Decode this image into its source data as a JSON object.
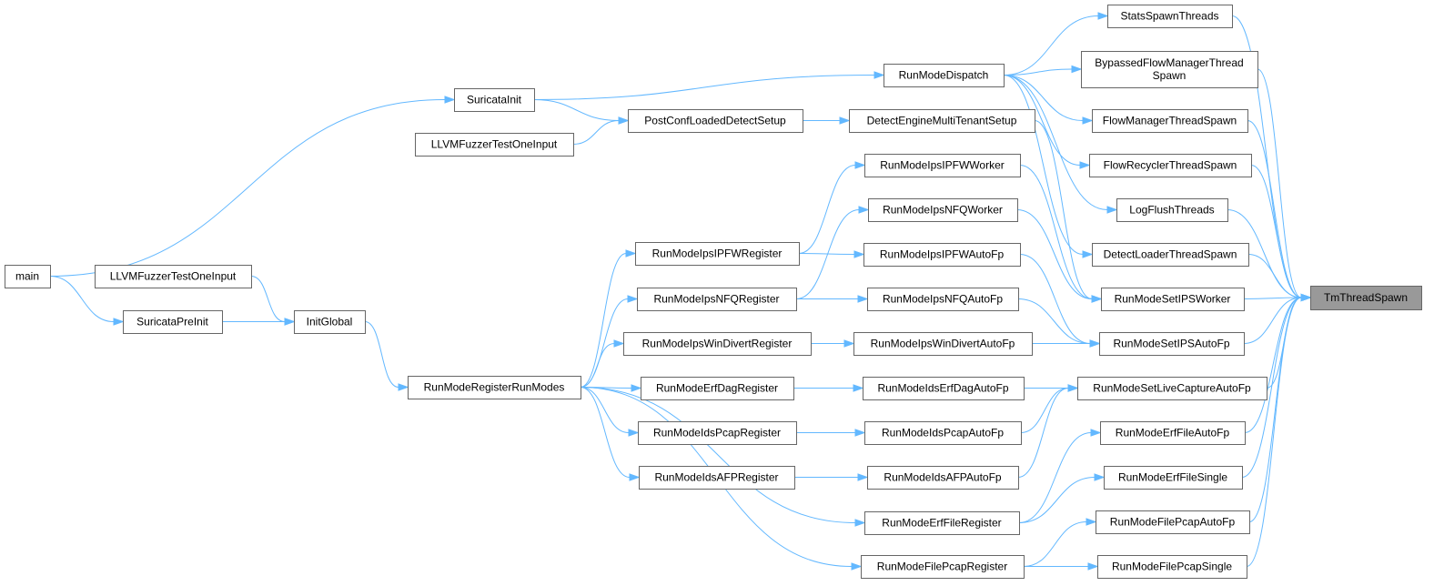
{
  "diagram": {
    "nodes": [
      {
        "id": "main",
        "lines": [
          "main"
        ]
      },
      {
        "id": "SuricataInit",
        "lines": [
          "SuricataInit"
        ]
      },
      {
        "id": "LLVMFuzzerTestOneInput_1",
        "lines": [
          "LLVMFuzzerTestOneInput"
        ]
      },
      {
        "id": "PostConfLoadedDetectSetup",
        "lines": [
          "PostConfLoadedDetectSetup"
        ]
      },
      {
        "id": "LLVMFuzzerTestOneInput_2",
        "lines": [
          "LLVMFuzzerTestOneInput"
        ]
      },
      {
        "id": "SuricataPreInit",
        "lines": [
          "SuricataPreInit"
        ]
      },
      {
        "id": "InitGlobal",
        "lines": [
          "InitGlobal"
        ]
      },
      {
        "id": "RunModeRegisterRunModes",
        "lines": [
          "RunModeRegisterRunModes"
        ]
      },
      {
        "id": "RunModeIpsIPFWRegister",
        "lines": [
          "RunModeIpsIPFWRegister"
        ]
      },
      {
        "id": "RunModeIpsNFQRegister",
        "lines": [
          "RunModeIpsNFQRegister"
        ]
      },
      {
        "id": "RunModeIpsWinDivertRegister",
        "lines": [
          "RunModeIpsWinDivertRegister"
        ]
      },
      {
        "id": "RunModeErfDagRegister",
        "lines": [
          "RunModeErfDagRegister"
        ]
      },
      {
        "id": "RunModeIdsPcapRegister",
        "lines": [
          "RunModeIdsPcapRegister"
        ]
      },
      {
        "id": "RunModeIdsAFPRegister",
        "lines": [
          "RunModeIdsAFPRegister"
        ]
      },
      {
        "id": "RunModeDispatch",
        "lines": [
          "RunModeDispatch"
        ]
      },
      {
        "id": "DetectEngineMultiTenantSetup",
        "lines": [
          "DetectEngineMultiTenantSetup"
        ]
      },
      {
        "id": "RunModeIpsIPFWWorker",
        "lines": [
          "RunModeIpsIPFWWorker"
        ]
      },
      {
        "id": "RunModeIpsNFQWorker",
        "lines": [
          "RunModeIpsNFQWorker"
        ]
      },
      {
        "id": "RunModeIpsIPFWAutoFp",
        "lines": [
          "RunModeIpsIPFWAutoFp"
        ]
      },
      {
        "id": "RunModeIpsNFQAutoFp",
        "lines": [
          "RunModeIpsNFQAutoFp"
        ]
      },
      {
        "id": "RunModeIpsWinDivertAutoFp",
        "lines": [
          "RunModeIpsWinDivertAutoFp"
        ]
      },
      {
        "id": "RunModeIdsErfDagAutoFp",
        "lines": [
          "RunModeIdsErfDagAutoFp"
        ]
      },
      {
        "id": "RunModeIdsPcapAutoFp",
        "lines": [
          "RunModeIdsPcapAutoFp"
        ]
      },
      {
        "id": "RunModeIdsAFPAutoFp",
        "lines": [
          "RunModeIdsAFPAutoFp"
        ]
      },
      {
        "id": "RunModeErfFileRegister",
        "lines": [
          "RunModeErfFileRegister"
        ]
      },
      {
        "id": "RunModeFilePcapRegister",
        "lines": [
          "RunModeFilePcapRegister"
        ]
      },
      {
        "id": "StatsSpawnThreads",
        "lines": [
          "StatsSpawnThreads"
        ]
      },
      {
        "id": "BypassedFlowManagerThreadSpawn",
        "lines": [
          "BypassedFlowManagerThread",
          "Spawn"
        ]
      },
      {
        "id": "FlowManagerThreadSpawn",
        "lines": [
          "FlowManagerThreadSpawn"
        ]
      },
      {
        "id": "FlowRecyclerThreadSpawn",
        "lines": [
          "FlowRecyclerThreadSpawn"
        ]
      },
      {
        "id": "LogFlushThreads",
        "lines": [
          "LogFlushThreads"
        ]
      },
      {
        "id": "DetectLoaderThreadSpawn",
        "lines": [
          "DetectLoaderThreadSpawn"
        ]
      },
      {
        "id": "RunModeSetIPSWorker",
        "lines": [
          "RunModeSetIPSWorker"
        ]
      },
      {
        "id": "RunModeSetIPSAutoFp",
        "lines": [
          "RunModeSetIPSAutoFp"
        ]
      },
      {
        "id": "RunModeSetLiveCaptureAutoFp",
        "lines": [
          "RunModeSetLiveCaptureAutoFp"
        ]
      },
      {
        "id": "RunModeErfFileAutoFp",
        "lines": [
          "RunModeErfFileAutoFp"
        ]
      },
      {
        "id": "RunModeErfFileSingle",
        "lines": [
          "RunModeErfFileSingle"
        ]
      },
      {
        "id": "RunModeFilePcapAutoFp",
        "lines": [
          "RunModeFilePcapAutoFp"
        ]
      },
      {
        "id": "RunModeFilePcapSingle",
        "lines": [
          "RunModeFilePcapSingle"
        ]
      },
      {
        "id": "TmThreadSpawn",
        "lines": [
          "TmThreadSpawn"
        ],
        "highlight": true
      }
    ],
    "edges": [
      [
        "main",
        "SuricataInit"
      ],
      [
        "main",
        "SuricataPreInit"
      ],
      [
        "SuricataInit",
        "PostConfLoadedDetectSetup"
      ],
      [
        "SuricataInit",
        "RunModeDispatch"
      ],
      [
        "LLVMFuzzerTestOneInput_1",
        "PostConfLoadedDetectSetup"
      ],
      [
        "LLVMFuzzerTestOneInput_2",
        "InitGlobal"
      ],
      [
        "SuricataPreInit",
        "InitGlobal"
      ],
      [
        "InitGlobal",
        "RunModeRegisterRunModes"
      ],
      [
        "PostConfLoadedDetectSetup",
        "DetectEngineMultiTenantSetup"
      ],
      [
        "RunModeRegisterRunModes",
        "RunModeIpsIPFWRegister"
      ],
      [
        "RunModeRegisterRunModes",
        "RunModeIpsNFQRegister"
      ],
      [
        "RunModeRegisterRunModes",
        "RunModeIpsWinDivertRegister"
      ],
      [
        "RunModeRegisterRunModes",
        "RunModeErfDagRegister"
      ],
      [
        "RunModeRegisterRunModes",
        "RunModeIdsPcapRegister"
      ],
      [
        "RunModeRegisterRunModes",
        "RunModeIdsAFPRegister"
      ],
      [
        "RunModeRegisterRunModes",
        "RunModeErfFileRegister"
      ],
      [
        "RunModeRegisterRunModes",
        "RunModeFilePcapRegister"
      ],
      [
        "RunModeIpsIPFWRegister",
        "RunModeIpsIPFWWorker"
      ],
      [
        "RunModeIpsIPFWRegister",
        "RunModeIpsIPFWAutoFp"
      ],
      [
        "RunModeIpsNFQRegister",
        "RunModeIpsNFQWorker"
      ],
      [
        "RunModeIpsNFQRegister",
        "RunModeIpsNFQAutoFp"
      ],
      [
        "RunModeIpsWinDivertRegister",
        "RunModeIpsWinDivertAutoFp"
      ],
      [
        "RunModeErfDagRegister",
        "RunModeIdsErfDagAutoFp"
      ],
      [
        "RunModeIdsPcapRegister",
        "RunModeIdsPcapAutoFp"
      ],
      [
        "RunModeIdsAFPRegister",
        "RunModeIdsAFPAutoFp"
      ],
      [
        "RunModeDispatch",
        "StatsSpawnThreads"
      ],
      [
        "RunModeDispatch",
        "BypassedFlowManagerThreadSpawn"
      ],
      [
        "RunModeDispatch",
        "FlowManagerThreadSpawn"
      ],
      [
        "RunModeDispatch",
        "FlowRecyclerThreadSpawn"
      ],
      [
        "RunModeDispatch",
        "LogFlushThreads"
      ],
      [
        "RunModeDispatch",
        "DetectLoaderThreadSpawn"
      ],
      [
        "DetectEngineMultiTenantSetup",
        "RunModeSetIPSWorker"
      ],
      [
        "RunModeIpsIPFWWorker",
        "RunModeSetIPSWorker"
      ],
      [
        "RunModeIpsNFQWorker",
        "RunModeSetIPSWorker"
      ],
      [
        "RunModeIpsIPFWAutoFp",
        "RunModeSetIPSAutoFp"
      ],
      [
        "RunModeIpsNFQAutoFp",
        "RunModeSetIPSAutoFp"
      ],
      [
        "RunModeIpsWinDivertAutoFp",
        "RunModeSetIPSAutoFp"
      ],
      [
        "RunModeIdsErfDagAutoFp",
        "RunModeSetLiveCaptureAutoFp"
      ],
      [
        "RunModeIdsPcapAutoFp",
        "RunModeSetLiveCaptureAutoFp"
      ],
      [
        "RunModeIdsAFPAutoFp",
        "RunModeSetLiveCaptureAutoFp"
      ],
      [
        "RunModeErfFileRegister",
        "RunModeErfFileAutoFp"
      ],
      [
        "RunModeErfFileRegister",
        "RunModeErfFileSingle"
      ],
      [
        "RunModeFilePcapRegister",
        "RunModeFilePcapAutoFp"
      ],
      [
        "RunModeFilePcapRegister",
        "RunModeFilePcapSingle"
      ],
      [
        "StatsSpawnThreads",
        "TmThreadSpawn"
      ],
      [
        "BypassedFlowManagerThreadSpawn",
        "TmThreadSpawn"
      ],
      [
        "FlowManagerThreadSpawn",
        "TmThreadSpawn"
      ],
      [
        "FlowRecyclerThreadSpawn",
        "TmThreadSpawn"
      ],
      [
        "LogFlushThreads",
        "TmThreadSpawn"
      ],
      [
        "DetectLoaderThreadSpawn",
        "TmThreadSpawn"
      ],
      [
        "RunModeSetIPSWorker",
        "TmThreadSpawn"
      ],
      [
        "RunModeSetIPSAutoFp",
        "TmThreadSpawn"
      ],
      [
        "RunModeSetLiveCaptureAutoFp",
        "TmThreadSpawn"
      ],
      [
        "RunModeErfFileAutoFp",
        "TmThreadSpawn"
      ],
      [
        "RunModeErfFileSingle",
        "TmThreadSpawn"
      ],
      [
        "RunModeFilePcapAutoFp",
        "TmThreadSpawn"
      ],
      [
        "RunModeFilePcapSingle",
        "TmThreadSpawn"
      ]
    ],
    "colors": {
      "edge": "#63b8ff",
      "node_border": "#666666",
      "node_fill": "#ffffff",
      "highlight_fill": "#999999"
    }
  }
}
